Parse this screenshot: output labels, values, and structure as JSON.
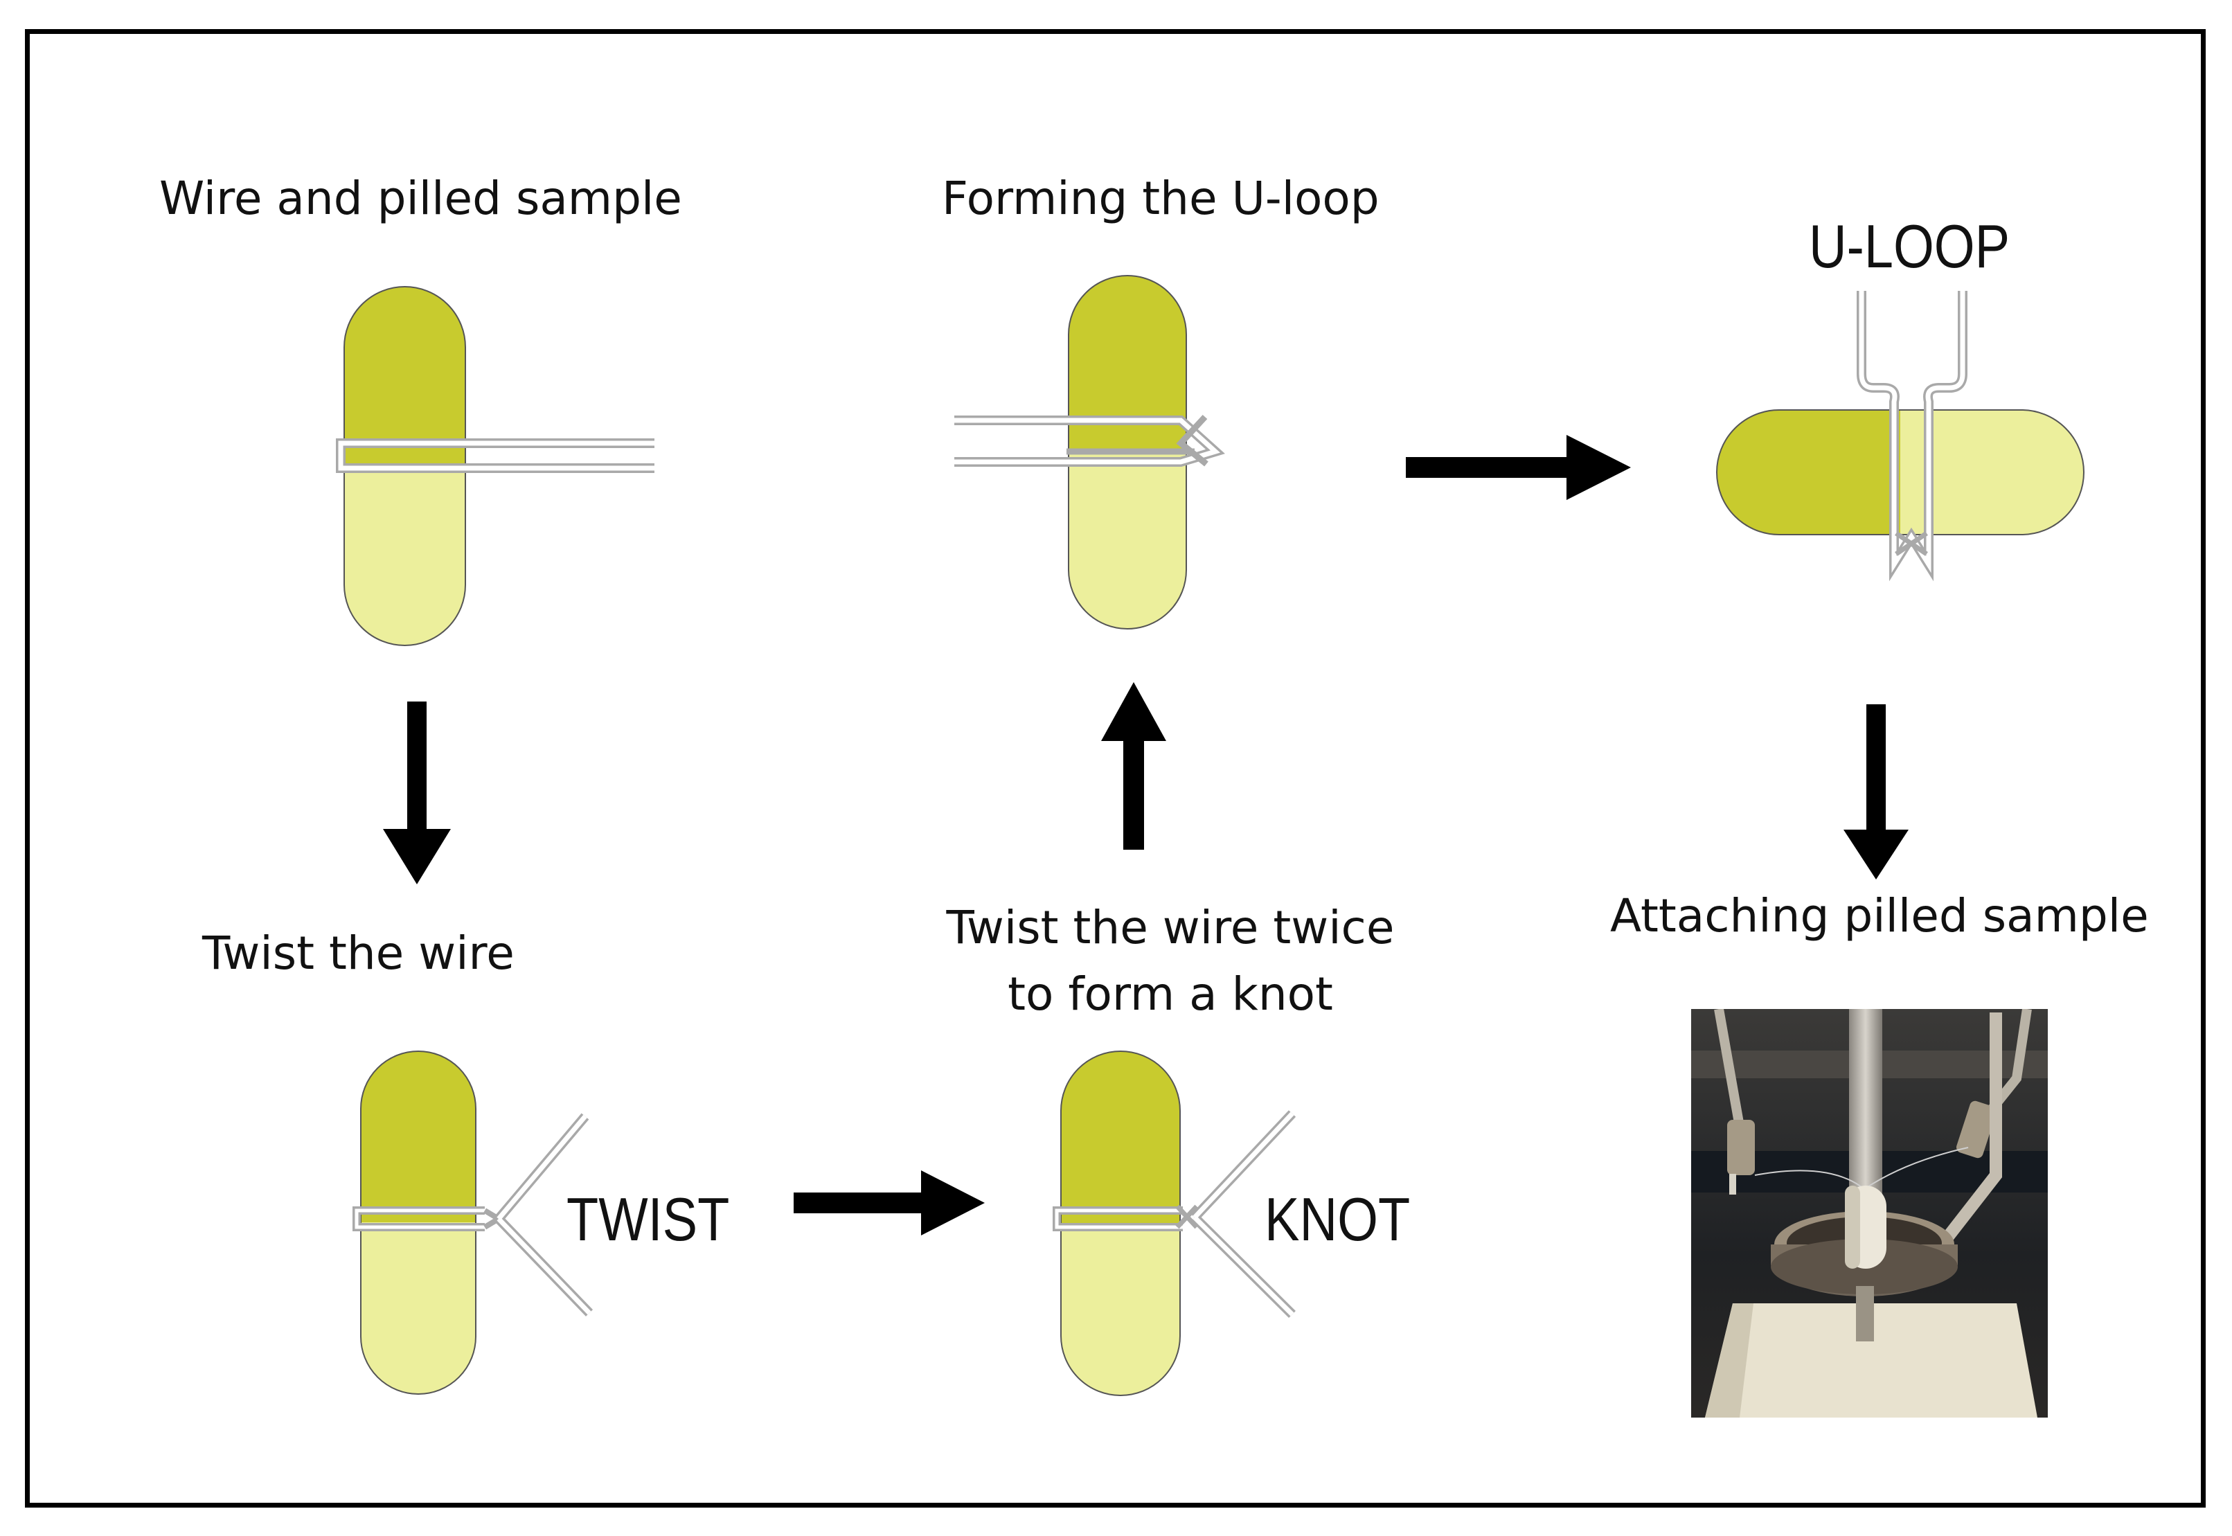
{
  "steps": {
    "wire_and_sample": "Wire and pilled sample",
    "forming_uloop": "Forming the U-loop",
    "twist_wire": "Twist the wire",
    "twist_twice_line1": "Twist the wire twice",
    "twist_twice_line2": "to form a knot",
    "attaching": "Attaching pilled sample"
  },
  "tags": {
    "uloop": "U-LOOP",
    "twist": "TWIST",
    "knot": "KNOT"
  },
  "colors": {
    "pill_dark": "#c8cb2e",
    "pill_light": "#ecef9c",
    "wire": "#a9a9a9",
    "arrow": "#000000",
    "border": "#000000"
  }
}
